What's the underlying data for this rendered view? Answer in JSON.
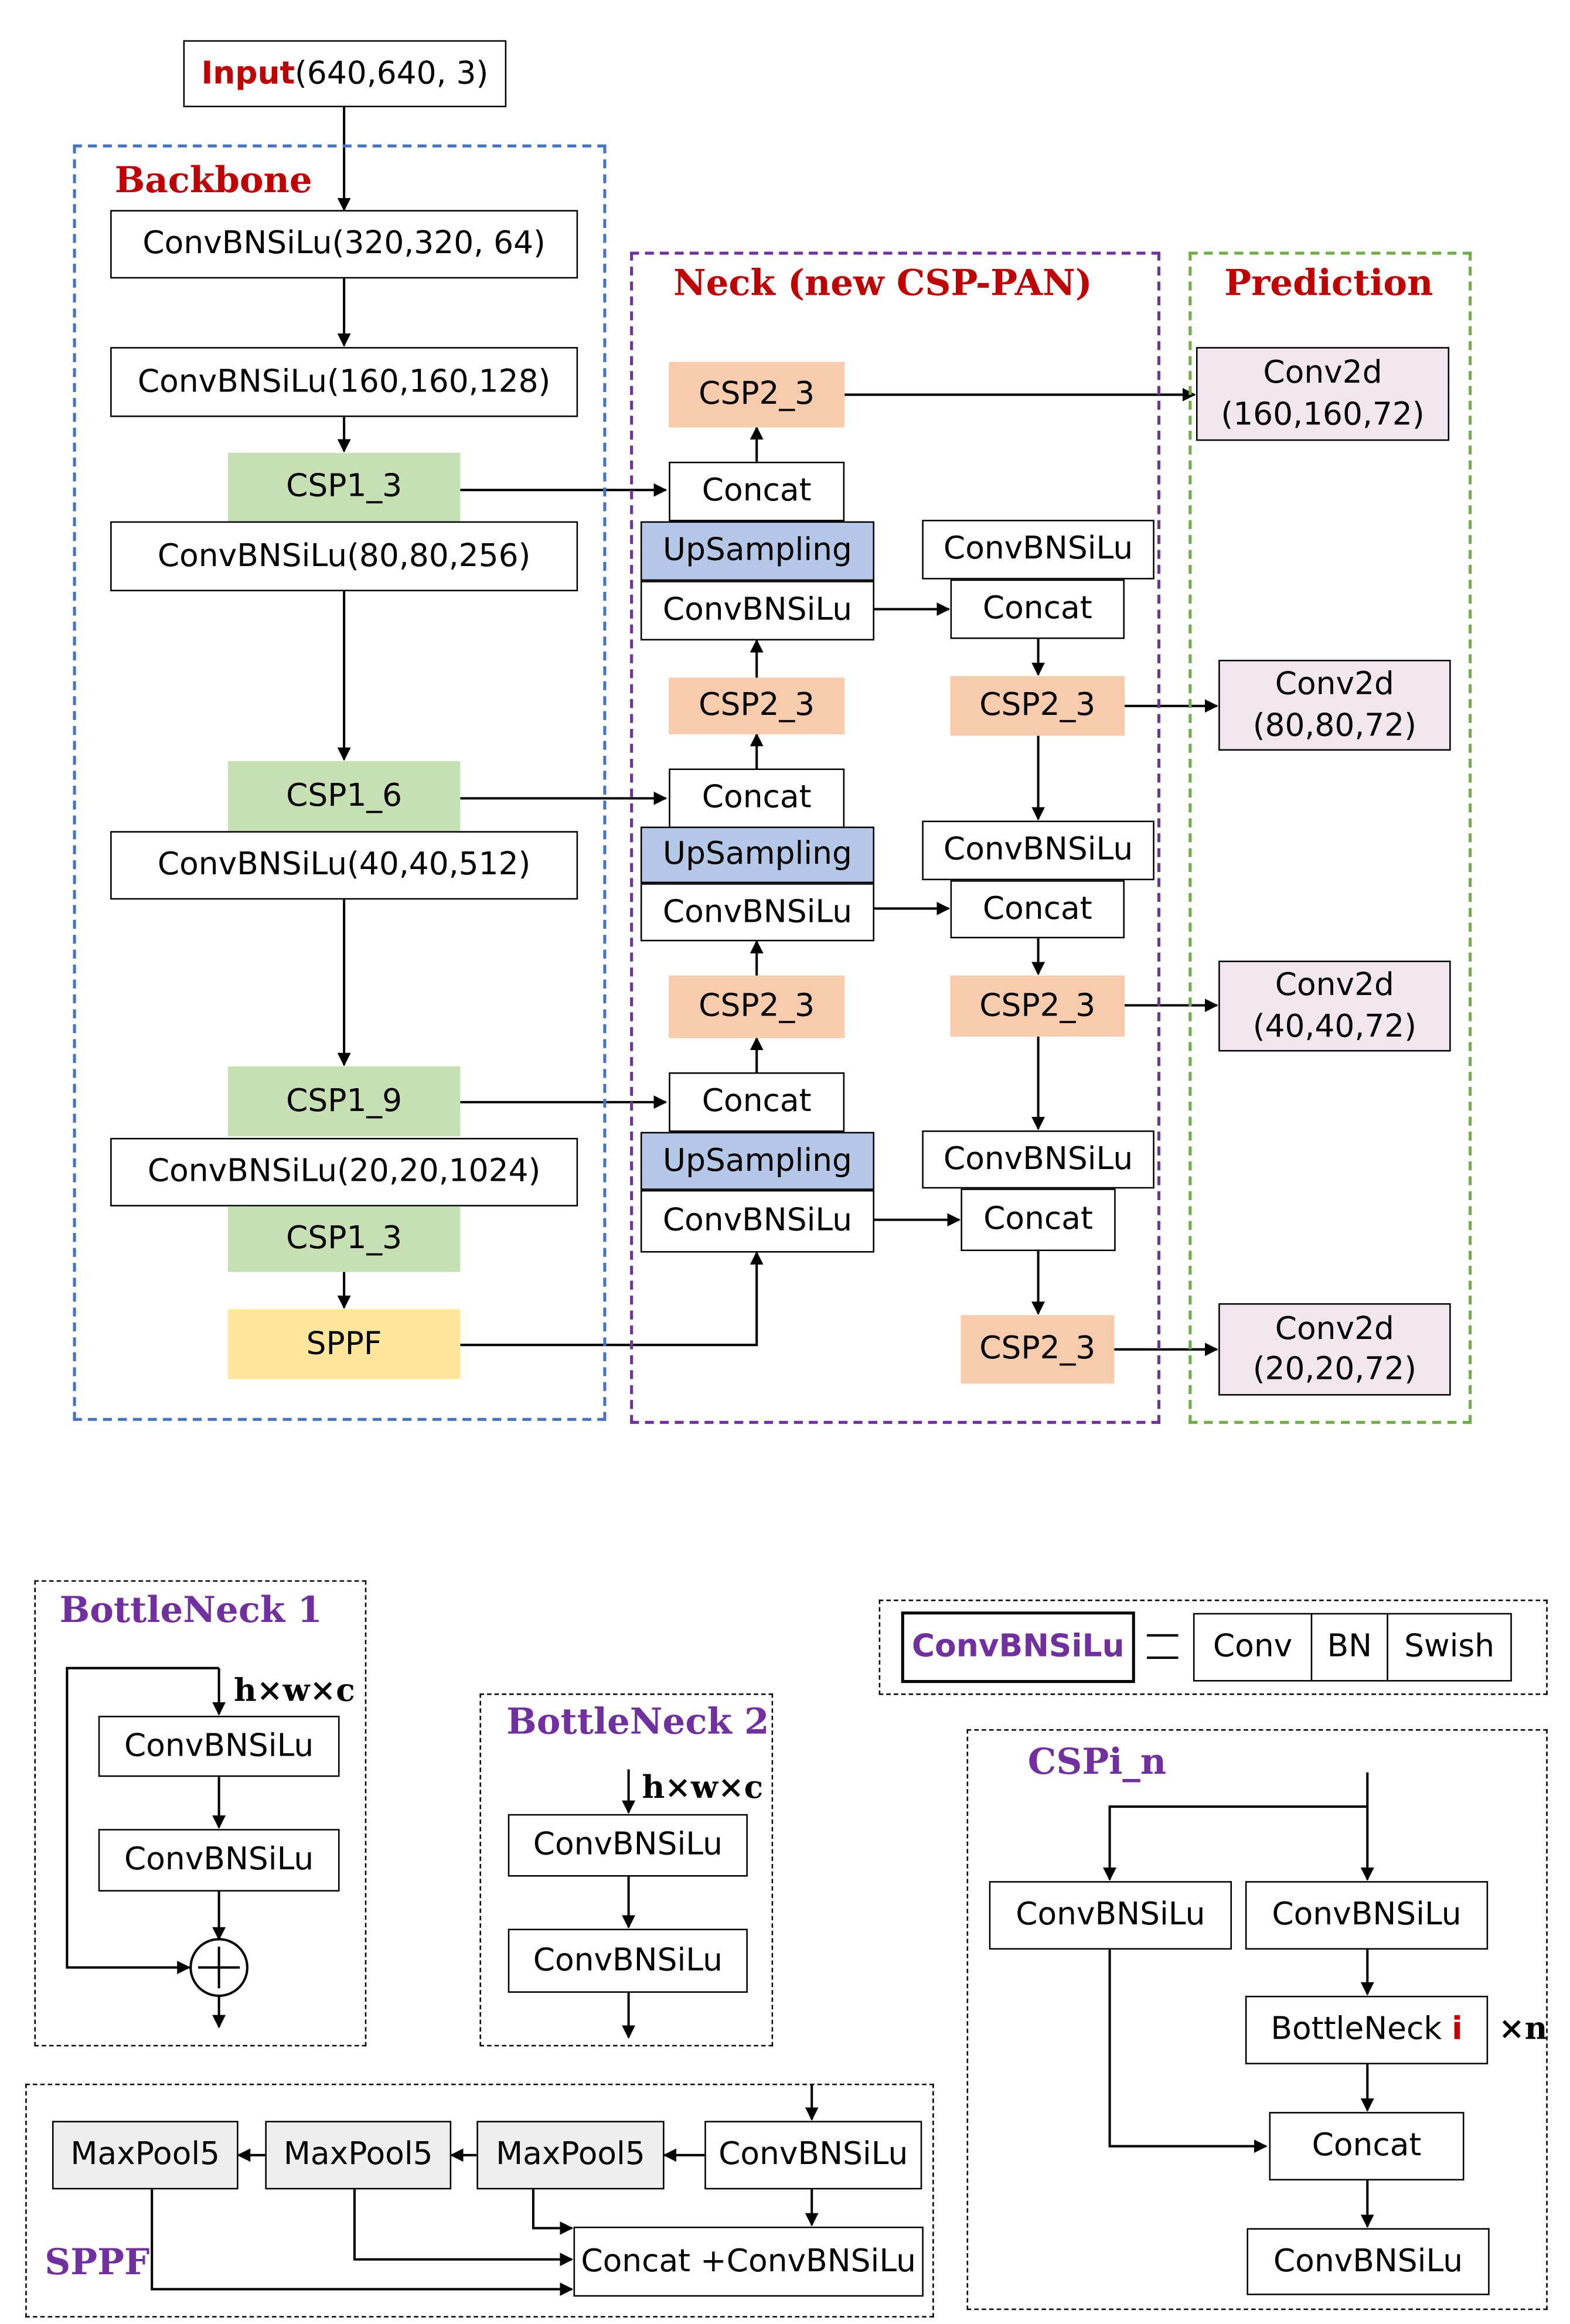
{
  "input": {
    "label": "Input",
    "dims": "(640,640, 3)"
  },
  "groups": {
    "backbone": "Backbone",
    "neck": "Neck (new CSP-PAN)",
    "prediction": "Prediction"
  },
  "backbone": {
    "conv1": "ConvBNSiLu(320,320, 64)",
    "conv2": "ConvBNSiLu(160,160,128)",
    "csp1_3a": "CSP1_3",
    "conv3": "ConvBNSiLu(80,80,256)",
    "csp1_6": "CSP1_6",
    "conv4": "ConvBNSiLu(40,40,512)",
    "csp1_9": "CSP1_9",
    "conv5": "ConvBNSiLu(20,20,1024)",
    "csp1_3b": "CSP1_3",
    "sppf": "SPPF"
  },
  "neck": {
    "concat": "Concat",
    "upsampling": "UpSampling",
    "convbnsilu": "ConvBNSiLu",
    "csp2_3": "CSP2_3"
  },
  "prediction": {
    "conv2d": "Conv2d",
    "p1": "(160,160,72)",
    "p2": "(80,80,72)",
    "p3": "(40,40,72)",
    "p4": "(20,20,72)"
  },
  "legend": {
    "bottleneck1": "BottleNeck 1",
    "bottleneck2": "BottleNeck 2",
    "dims": "h×w×c",
    "convbnsilu": "ConvBNSiLu",
    "equals": "=",
    "conv": "Conv",
    "bn": "BN",
    "swish": "Swish",
    "cspi_n": "CSPi_n",
    "bottleneck_prefix": "BottleNeck ",
    "bottleneck_i": "i",
    "times_n": "×n",
    "concat": "Concat",
    "maxpool": "MaxPool5",
    "sppf_title": "SPPF",
    "concat_conv": "Concat +ConvBNSiLu"
  }
}
